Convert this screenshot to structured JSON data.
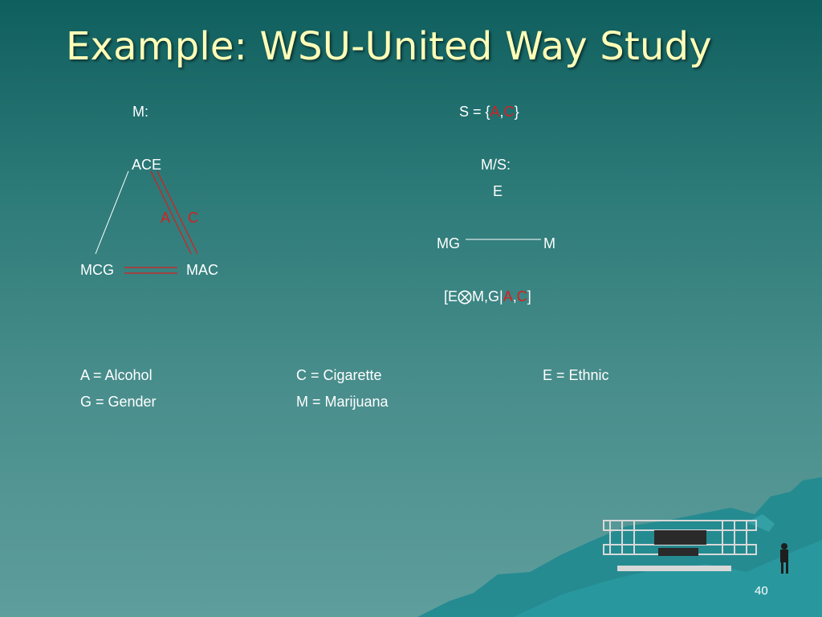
{
  "slide": {
    "title": "Example:  WSU-United Way Study",
    "page_number": "40"
  },
  "model_m": {
    "label": "M:",
    "node_top": "ACE",
    "node_left": "MCG",
    "node_right": "MAC",
    "edge_label_a": "A",
    "edge_label_c": "C"
  },
  "set_s": {
    "prefix": "S = {",
    "a": "A",
    "comma": ",",
    "c": "C",
    "suffix": "}"
  },
  "model_ms": {
    "label": "M/S:",
    "node_top": "E",
    "node_left": "MG",
    "node_right": "M"
  },
  "independence": {
    "open": "[E",
    "symbol": "⨂",
    "mid": "M,G|",
    "a": "A",
    "comma": ",",
    "c": "C",
    "close": "]"
  },
  "legend": {
    "a": "A = Alcohol",
    "c": "C = Cigarette",
    "e": "E = Ethnic",
    "g": "G = Gender",
    "m": "M = Marijuana"
  },
  "colors": {
    "title": "#ffffb8",
    "highlight": "#d81e1e",
    "text": "#ffffff"
  }
}
